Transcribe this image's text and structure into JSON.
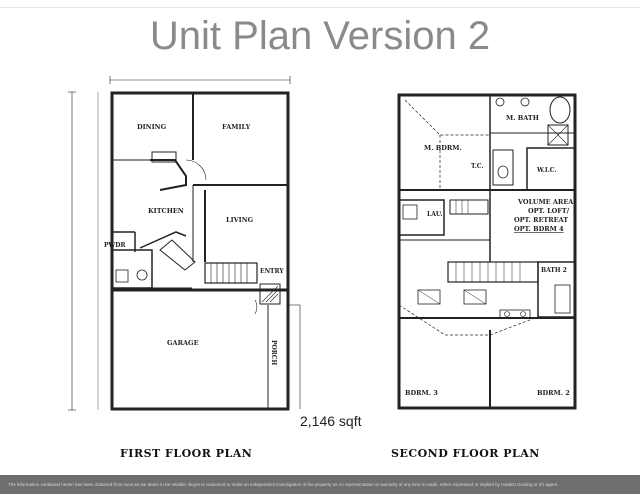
{
  "title": "Unit Plan Version 2",
  "sqft": "2,146 sqft",
  "first_floor": {
    "caption": "FIRST FLOOR PLAN",
    "rooms": {
      "dining": "DINING",
      "family": "FAMILY",
      "kitchen": "KITCHEN",
      "living": "LIVING",
      "pwdr": "PWDR",
      "entry": "ENTRY",
      "garage": "GARAGE",
      "porch": "PORCH"
    }
  },
  "second_floor": {
    "caption": "SECOND FLOOR PLAN",
    "rooms": {
      "m_bath": "M. BATH",
      "m_bdrm": "M. BDRM.",
      "tc": "T.C.",
      "wic": "W.I.C.",
      "lau": "LAU.",
      "volume_1": "VOLUME AREA",
      "volume_2": "OPT. LOFT/",
      "volume_3": "OPT. RETREAT",
      "volume_4": "OPT. BDRM 4",
      "bath2": "BATH 2",
      "bdrm3": "BDRM. 3",
      "bdrm2": "BDRM. 2"
    }
  },
  "disclaimer": "The information contained herein has been obtained from sources we deem to be reliable. Buyer is cautioned to make an independent investigation of the property as no representation or warranty of any kind is made, either expressed or implied by Hawkin Dooling or it's agent."
}
